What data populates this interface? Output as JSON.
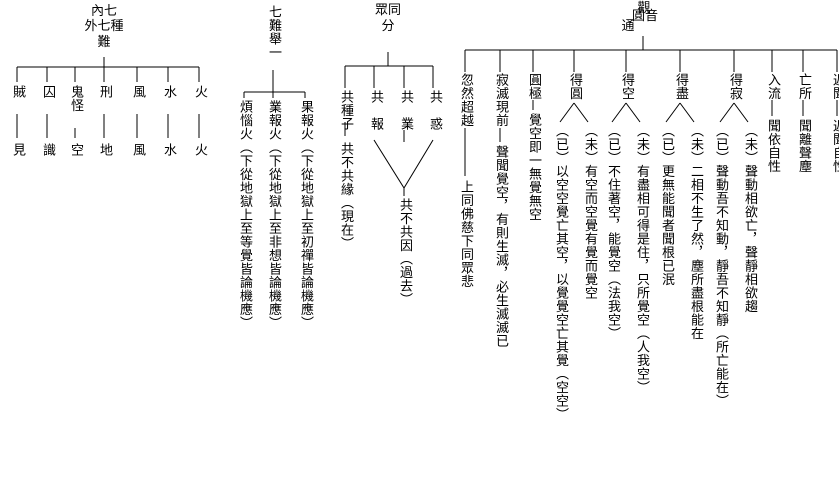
{
  "headers": {
    "neiwai_l1": "內七",
    "neiwai_l2": "外七種",
    "neiwai_l3": "難",
    "qinan": "七難舉一",
    "zhong_l1": "眾同",
    "zhong_l2": "分",
    "guanyin_l1": "觀",
    "guanyin_l2": "圓音",
    "guanyin_l3": "通"
  },
  "section1": {
    "top": [
      "火",
      "水",
      "風",
      "刑",
      "鬼怪",
      "囚",
      "賊"
    ],
    "bottom": [
      "火",
      "水",
      "風",
      "地",
      "空",
      "識",
      "見"
    ]
  },
  "section2": {
    "branches": [
      "果報火（下從地獄上至初禪皆論機應）",
      "業報火（下從地獄上至非想皆論機應）",
      "煩惱火（下從地獄上至等覺皆論機應）"
    ]
  },
  "section3": {
    "branches": [
      "共惑",
      "共業",
      "共報"
    ],
    "result": "共不共因（過去）",
    "seed_label": "共種子",
    "seed_result": "共不共緣（現在）"
  },
  "section4": {
    "items": [
      {
        "label": "返聞",
        "desc": "返聞自性"
      },
      {
        "label": "亡所",
        "desc": "聞離聲塵"
      },
      {
        "label": "入流",
        "desc": "聞依自性"
      },
      {
        "label": "得寂",
        "a": "（未）聲動相欲亡，聲靜相欲趨",
        "b": "（已）聲動吾不知動，靜吾不知靜（所亡能在）"
      },
      {
        "label": "得盡",
        "a": "（未）二相不生了然，塵所盡根能在",
        "b": "（已）更無能聞者聞根已泯"
      },
      {
        "label": "得空",
        "a": "（未）有盡相可得是住，只所覺空（人我空）",
        "b": "（已）不住著空，能覺空（法我空）"
      },
      {
        "label": "得圓",
        "a": "（未）有空而空覺有覺而覺空",
        "b": "（已）以空空覺亡其空，以覺覺空亡其覺（空空）"
      },
      {
        "label": "圓極",
        "desc": "覺空即一無覺無空"
      },
      {
        "label": "寂滅現前",
        "desc": "聲聞覺空，有則生滅，必生滅滅已"
      },
      {
        "label": "忽然超越",
        "desc": "上同佛慈下同眾悲"
      }
    ]
  }
}
